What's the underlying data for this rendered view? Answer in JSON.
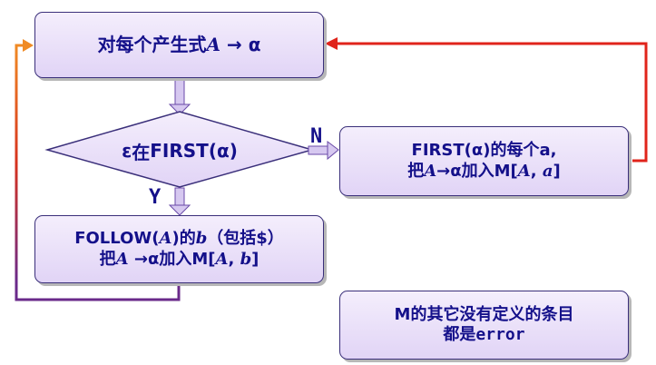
{
  "boxes": {
    "start": {
      "text_pre": "对每个产生式",
      "A": "A",
      "arrow": "→",
      "alpha": "α"
    },
    "condition": {
      "epsilon": "ε",
      "zai": "在",
      "first": "FIRST",
      "lparen": "(",
      "alpha": "α",
      "rparen": ")"
    },
    "first_action": {
      "l1_first": "FIRST",
      "l1_lparen": "(",
      "l1_alpha": "α",
      "l1_rparen": ")",
      "l1_rest": "的每个a,",
      "l2_pre": "把",
      "l2_A": "A",
      "l2_arrow": "→",
      "l2_alpha": "α",
      "l2_mid": "加入M[",
      "l2_A2": "A",
      "l2_comma": ",",
      "l2_a": "a",
      "l2_close": "]"
    },
    "follow_action": {
      "l1_follow": "FOLLOW",
      "l1_lparen": "(",
      "l1_A": "A",
      "l1_rparen": ")",
      "l1_de": "的",
      "l1_b": "b",
      "l1_rest": "（包括$）",
      "l2_pre": "把",
      "l2_A": "A",
      "l2_arrow": "→",
      "l2_alpha": "α",
      "l2_mid": "加入M[",
      "l2_A2": "A",
      "l2_comma": ",",
      "l2_b": "b",
      "l2_close": "]"
    },
    "error_note": {
      "line1": "M的其它没有定义的条目",
      "line2_pre": "都是",
      "line2_code": "error"
    }
  },
  "branch_labels": {
    "no": "N",
    "yes": "Y"
  },
  "colors": {
    "box_border": "#3a2f7a",
    "box_fill_top": "#f4eefc",
    "box_fill_bottom": "#e1d4f6",
    "text": "#14108a",
    "arrow_red": "#e0241b",
    "arrow_orange": "#f08a24",
    "arrow_purple": "#6a2a8a",
    "connector_fill": "#d6c8f0"
  }
}
